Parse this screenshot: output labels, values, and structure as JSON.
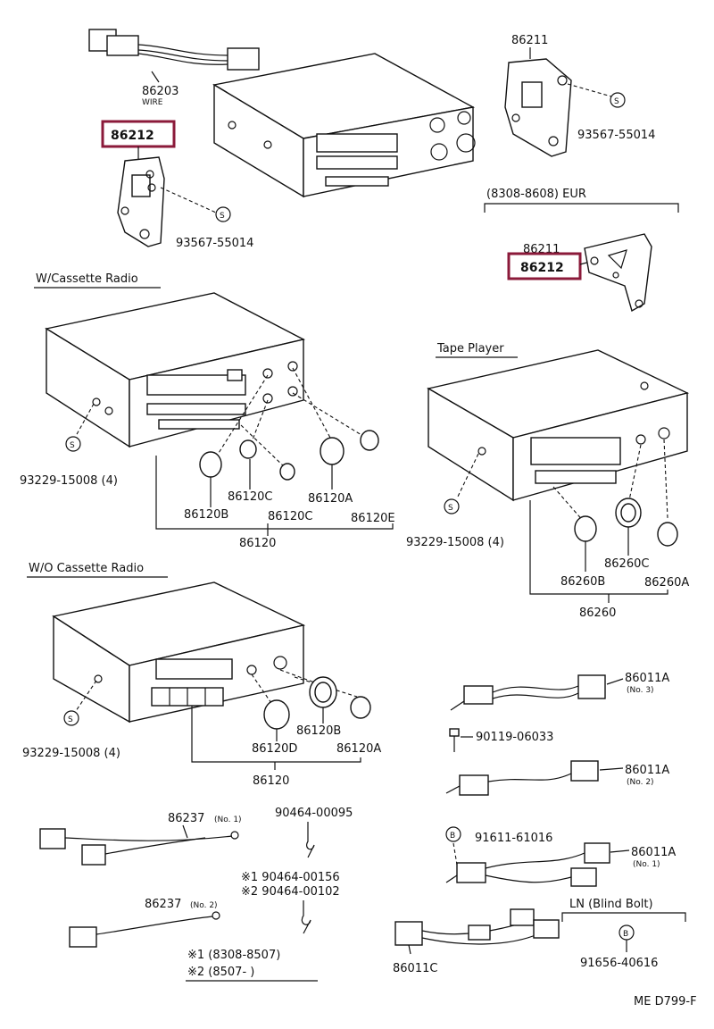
{
  "labels": {
    "wire_part": "86203",
    "wire_word": "WIRE",
    "bracket_left": "86212",
    "screw_left": "93567-55014",
    "bracket_top_right": "86211",
    "screw_top_right": "93567-55014",
    "eur_range": "(8308-8608) EUR",
    "eur_86211": "86211",
    "eur_86212": "86212",
    "hdr_w_cassette": "W/Cassette Radio",
    "screw_w_cassette": "93229-15008 (4)",
    "k_86120C_1": "86120C",
    "k_86120A_1": "86120A",
    "k_86120B_1": "86120B",
    "k_86120C_2": "86120C",
    "k_86120E": "86120E",
    "knob_set_1": "86120",
    "hdr_tape": "Tape Player",
    "screw_tape": "93229-15008 (4)",
    "k_86260C": "86260C",
    "k_86260B": "86260B",
    "k_86260A": "86260A",
    "knob_set_tape": "86260",
    "hdr_wo_cassette": "W/O Cassette Radio",
    "screw_wo_cassette": "93229-15008 (4)",
    "k_86120B_3": "86120B",
    "k_86120D": "86120D",
    "k_86120A_3": "86120A",
    "knob_set_2": "86120",
    "h_86011A_3": "86011A",
    "h_86011A_3_no": "(No. 3)",
    "bolt_90119": "90119-06033",
    "h_86011A_2": "86011A",
    "h_86011A_2_no": "(No. 2)",
    "nut_91611": "91611-61016",
    "h_86011A_1": "86011A",
    "h_86011A_1_no": "(No. 1)",
    "ln_blind": "LN (Blind Bolt)",
    "h_86011C": "86011C",
    "bolt_91656": "91656-40616",
    "gw_86237_1": "86237",
    "gw_86237_1_no": "(No. 1)",
    "gw_86237_2": "86237",
    "gw_86237_2_no": "(No. 2)",
    "clip_90464_00095": "90464-00095",
    "clip_note_1": "※1 90464-00156",
    "clip_note_2": "※2 90464-00102",
    "note_1": "※1 (8308-8507)",
    "note_2": "※2 (8507-        )",
    "code": "ME D799-F",
    "circle_s": "S",
    "circle_b": "B"
  },
  "colors": {
    "highlight": "#8b1a3a",
    "line": "#111111"
  }
}
